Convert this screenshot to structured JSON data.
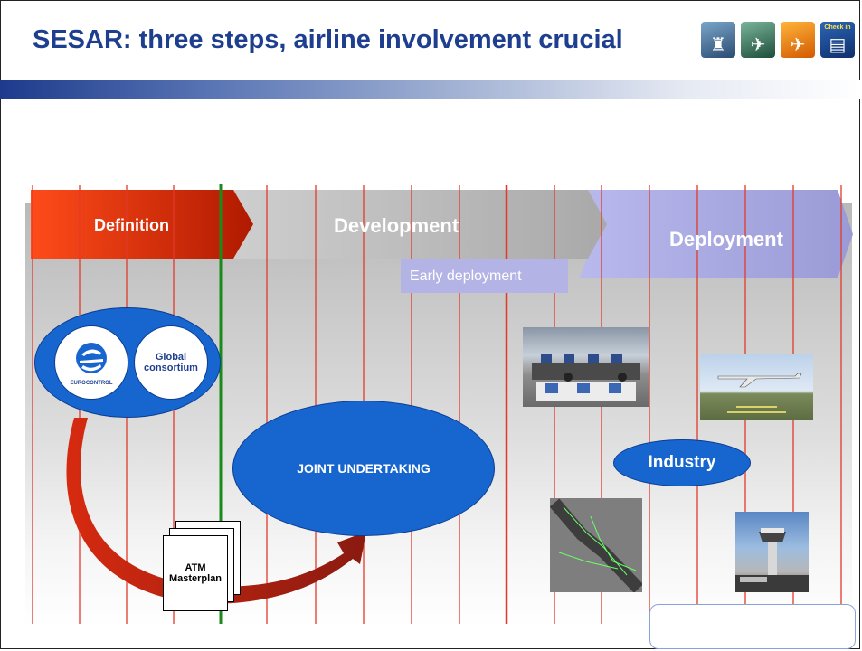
{
  "slide": {
    "title": "SESAR: three steps, airline involvement crucial",
    "header_thumbnails": [
      {
        "icon": "control-tower-icon"
      },
      {
        "icon": "aircraft-on-ground-icon"
      },
      {
        "icon": "plane-sunset-icon"
      },
      {
        "icon": "check-in-sign-icon",
        "text": "Check in"
      }
    ]
  },
  "phases": {
    "definition": "Definition",
    "development": "Development",
    "deployment": "Deployment",
    "early_deployment": "Early deployment"
  },
  "eurocontrol_group": {
    "logo_text": "EUROCONTROL",
    "consortium_label": "Global consortium"
  },
  "joint_undertaking": "JOINT UNDERTAKING",
  "industry": "Industry",
  "masterplan": {
    "line1": "ATM",
    "line2": "Masterplan"
  },
  "colors": {
    "title": "#1e3f8f",
    "definition": "#d42000",
    "development": "#b0b0b0",
    "deployment": "#a9a9e0",
    "ellipse_blue": "#1766d0",
    "gridline_red": "#e23a2a",
    "marker_green": "#1a8a1a"
  },
  "photos": [
    {
      "name": "control-room-photo"
    },
    {
      "name": "landing-aircraft-photo"
    },
    {
      "name": "radar-screen-photo"
    },
    {
      "name": "airport-tower-photo"
    }
  ]
}
